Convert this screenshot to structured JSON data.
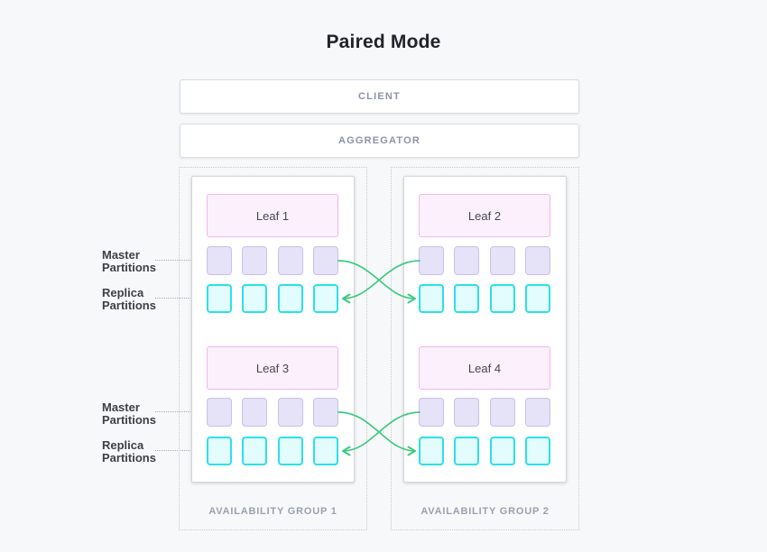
{
  "title": "Paired Mode",
  "client_label": "CLIENT",
  "aggregator_label": "AGGREGATOR",
  "groups": [
    {
      "label": "AVAILABILITY GROUP 1",
      "leaves": [
        {
          "name": "Leaf 1"
        },
        {
          "name": "Leaf 3"
        }
      ]
    },
    {
      "label": "AVAILABILITY GROUP 2",
      "leaves": [
        {
          "name": "Leaf 2"
        },
        {
          "name": "Leaf 4"
        }
      ]
    }
  ],
  "partition_labels": {
    "master": [
      "Master",
      "Partitions"
    ],
    "replica": [
      "Replica",
      "Partitions"
    ]
  },
  "partitions_per_row": 4,
  "colors": {
    "page_bg": "#f7f8f9",
    "title_text": "#22242a",
    "muted_text": "#8d92a9",
    "group_label_text": "#9aa0b1",
    "leaf_text": "#45484e",
    "side_label_text": "#3d4046",
    "arrow_green": "#3ecb80",
    "master_fill": "#e6e2f7",
    "master_border": "#c9c0ea",
    "replica_fill": "#e3fcfd",
    "replica_border": "#2ae1e8",
    "leaf_fill": "#fcf0fd",
    "leaf_border": "#f4b6ef"
  }
}
